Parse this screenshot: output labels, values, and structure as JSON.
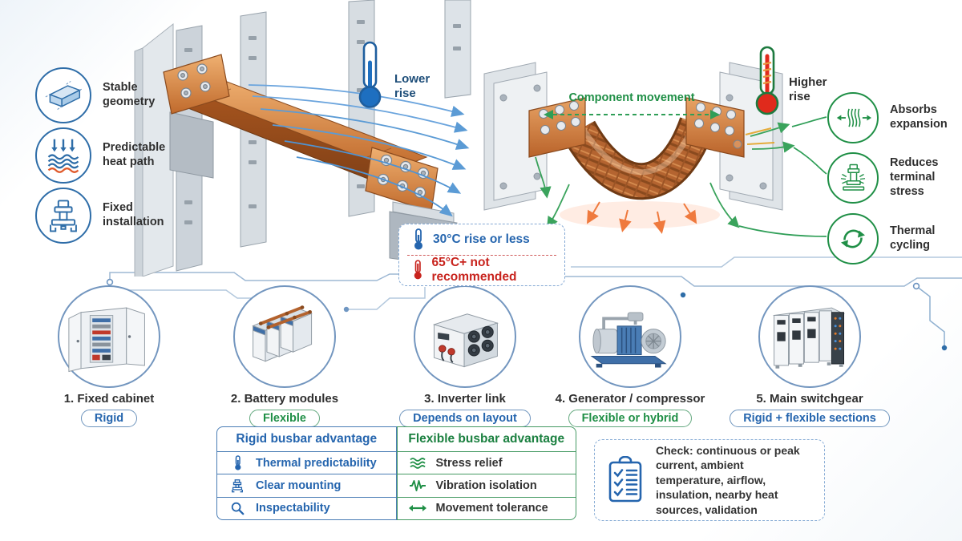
{
  "colors": {
    "blue": "#2565ae",
    "green": "#1f8f46",
    "red": "#c8231d",
    "copper": "#b3622d"
  },
  "left_panel": {
    "features": [
      {
        "label": "Stable geometry"
      },
      {
        "label": "Predictable heat path"
      },
      {
        "label": "Fixed installation"
      }
    ],
    "thermometer_label": "Lower rise"
  },
  "right_panel": {
    "movement_label": "Component movement",
    "thermometer_label": "Higher rise",
    "features": [
      {
        "label": "Absorbs expansion"
      },
      {
        "label": "Reduces terminal stress"
      },
      {
        "label": "Thermal cycling"
      }
    ]
  },
  "temperature_box": {
    "ok": "30°C rise or less",
    "warn": "65°C+ not recommended"
  },
  "applications": [
    {
      "name": "1. Fixed cabinet",
      "badge": "Rigid"
    },
    {
      "name": "2. Battery modules",
      "badge": "Flexible"
    },
    {
      "name": "3. Inverter link",
      "badge": "Depends on layout"
    },
    {
      "name": "4. Generator / compressor",
      "badge": "Flexible or hybrid"
    },
    {
      "name": "5. Main switchgear",
      "badge": "Rigid + flexible sections"
    }
  ],
  "comparison_table": {
    "rigid_header": "Rigid busbar advantage",
    "flexible_header": "Flexible busbar advantage",
    "rigid_rows": [
      "Thermal predictability",
      "Clear mounting",
      "Inspectability"
    ],
    "flexible_rows": [
      "Stress relief",
      "Vibration isolation",
      "Movement tolerance"
    ]
  },
  "checklist": {
    "text": "Check: continuous or peak current, ambient temperature, airflow, insulation, nearby heat sources, validation"
  }
}
